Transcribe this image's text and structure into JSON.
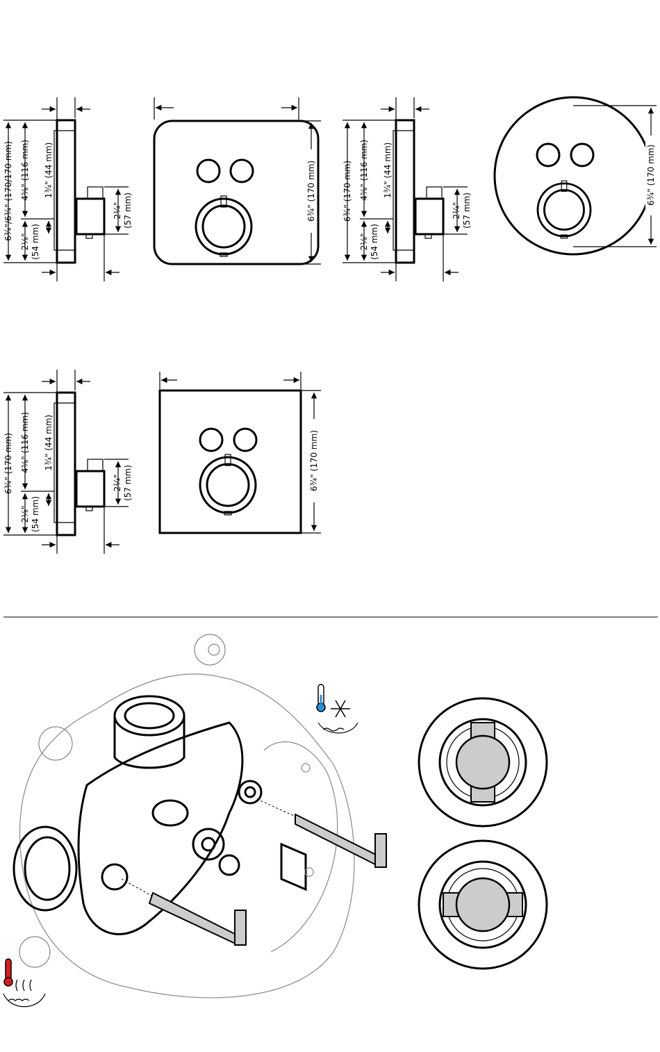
{
  "side_view_a": {
    "total": "6¾\"/6¾\" (170/170 mm)",
    "upper": "4⅝\" (116 mm)",
    "lower_in": "2⅛\"",
    "lower_mm": "(54 mm)",
    "depth": "1¾\" (44 mm)",
    "box_in": "2¼\"",
    "box_mm": "(57 mm)"
  },
  "front_square_rounded": {
    "height": "6¾\" (170 mm)"
  },
  "side_view_b": {
    "total": "6¾\" (170 mm)",
    "upper": "4⅝\" (116 mm)",
    "lower_in": "2⅛\"",
    "lower_mm": "(54 mm)",
    "depth": "1¾\" (44 mm)",
    "box_in": "2¼\"",
    "box_mm": "(57 mm)"
  },
  "front_round": {
    "height": "6¾\" (170 mm)"
  },
  "side_view_c": {
    "total": "6¾\" (170 mm)",
    "upper": "4⅝\" (116 mm)",
    "lower_in": "2⅛\"",
    "lower_mm": "(54 mm)",
    "depth": "1¾\" (44 mm)",
    "box_in": "2¼\"",
    "box_mm": "(57 mm)"
  },
  "front_square": {
    "height": "6¾\" (170 mm)"
  },
  "icons": {
    "cold": "cold-water-icon",
    "hot": "hot-water-icon"
  },
  "colors": {
    "cold": "#2a8fd6",
    "hot": "#d62020"
  }
}
